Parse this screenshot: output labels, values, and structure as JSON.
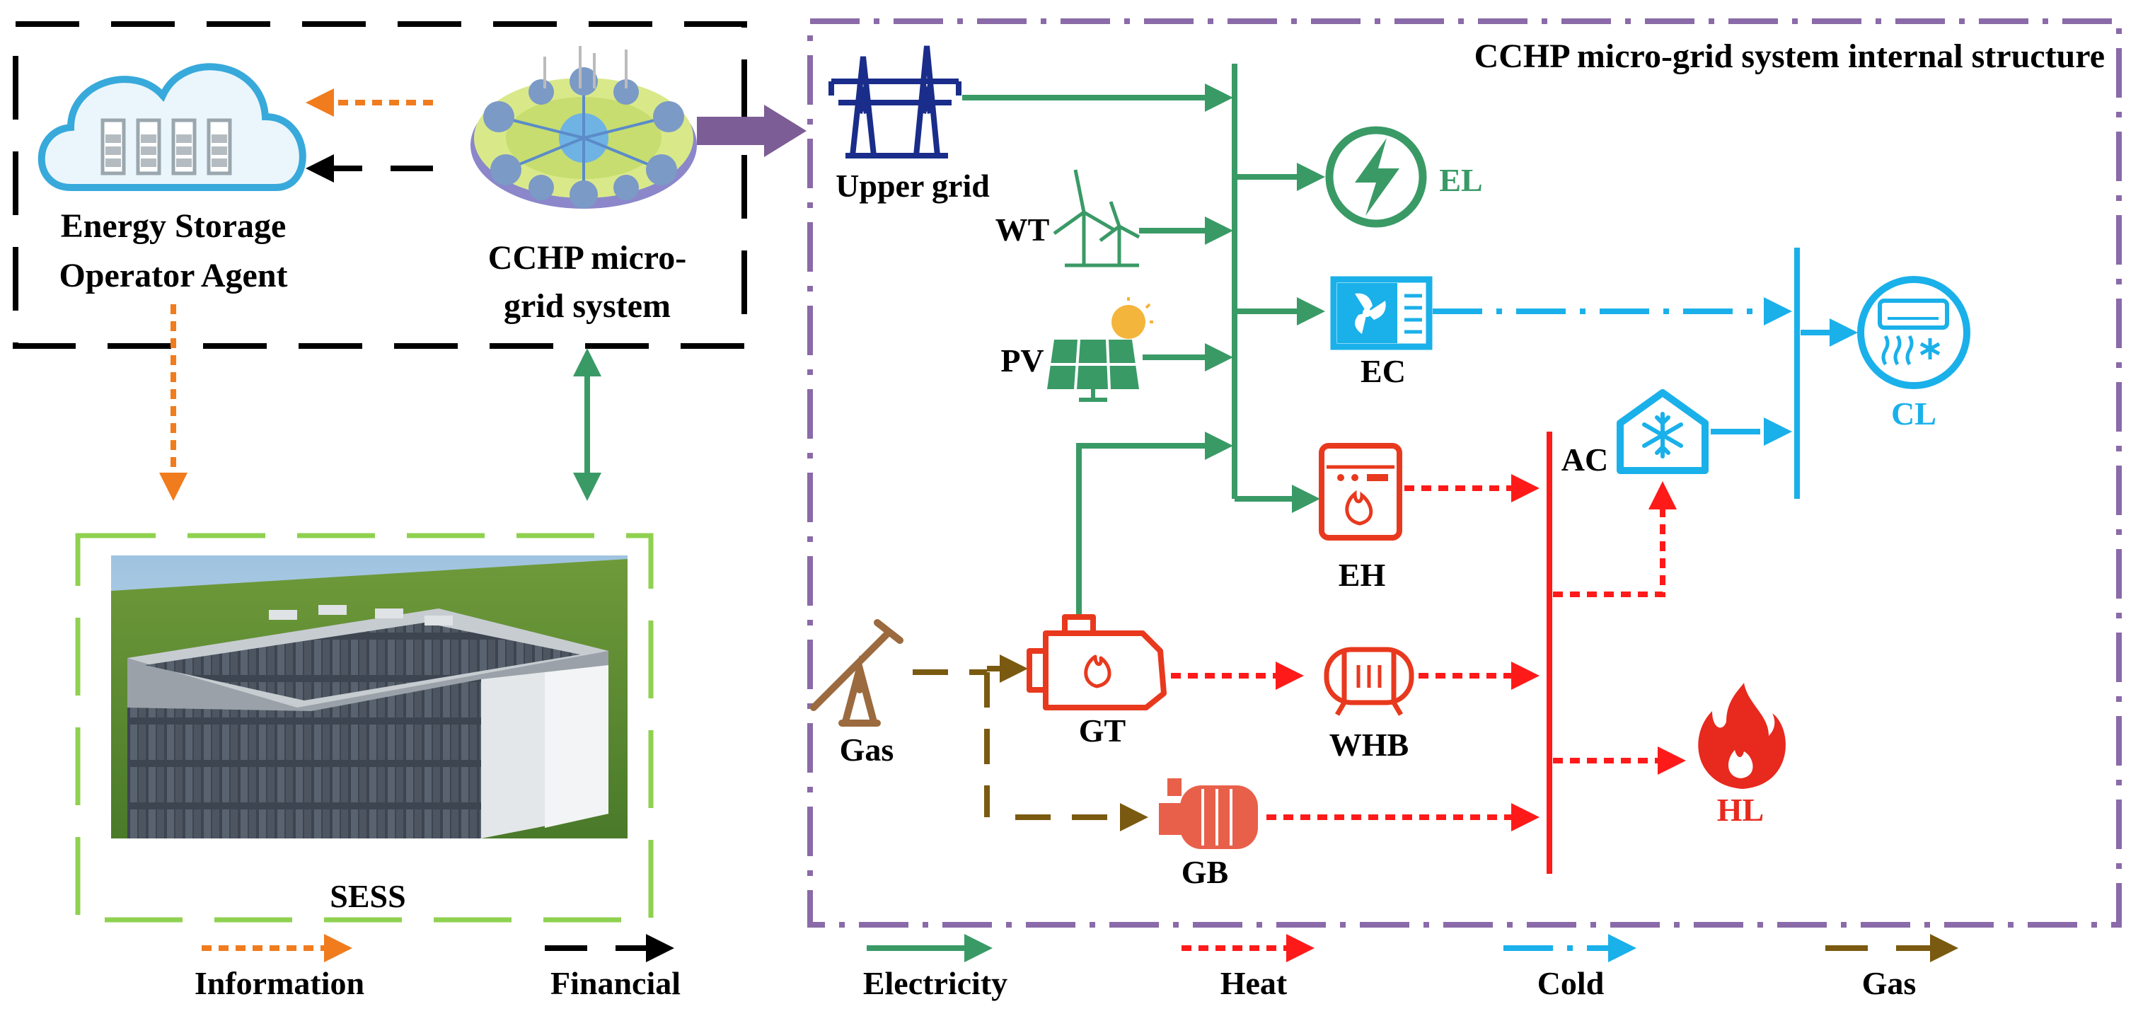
{
  "title": "CCHP micro-grid system internal structure",
  "agent": {
    "line1": "Energy Storage",
    "line2": "Operator Agent"
  },
  "cchp_system": {
    "line1": "CCHP micro-",
    "line2": "grid system"
  },
  "sess_label": "SESS",
  "nodes": {
    "upper_grid": "Upper grid",
    "wt": "WT",
    "pv": "PV",
    "el": "EL",
    "ec": "EC",
    "eh": "EH",
    "ac": "AC",
    "cl": "CL",
    "gas": "Gas",
    "gt": "GT",
    "whb": "WHB",
    "gb": "GB",
    "hl": "HL"
  },
  "legend": [
    {
      "label": "Information",
      "color": "#f07c1e",
      "style": "dotted"
    },
    {
      "label": "Financial",
      "color": "#000000",
      "style": "dashed"
    },
    {
      "label": "Electricity",
      "color": "#3a9a66",
      "style": "solid"
    },
    {
      "label": "Heat",
      "color": "#ff1a1a",
      "style": "dotted"
    },
    {
      "label": "Cold",
      "color": "#1ab0ea",
      "style": "dash-dot"
    },
    {
      "label": "Gas",
      "color": "#7a5a10",
      "style": "dashed"
    }
  ],
  "colors": {
    "electricity": "#3a9a66",
    "heat": "#ff1a1a",
    "cold": "#1ab0ea",
    "gas": "#7a5a10",
    "information": "#f07c1e",
    "financial": "#000000",
    "frame_purple": "#8a6aa8",
    "sess_frame": "#8fd14f",
    "grid_navy": "#1a2d8a",
    "equipment_red": "#e8391e"
  },
  "icons": [
    "cloud-battery-icon",
    "microgrid-icon",
    "transmission-tower-icon",
    "wind-turbine-icon",
    "solar-panel-icon",
    "lightning-bolt-icon",
    "electric-chiller-icon",
    "electric-heater-icon",
    "absorption-chiller-icon",
    "air-conditioner-icon",
    "oil-pump-icon",
    "gas-turbine-icon",
    "waste-heat-boiler-icon",
    "gas-boiler-icon",
    "flame-icon",
    "battery-station-image"
  ]
}
